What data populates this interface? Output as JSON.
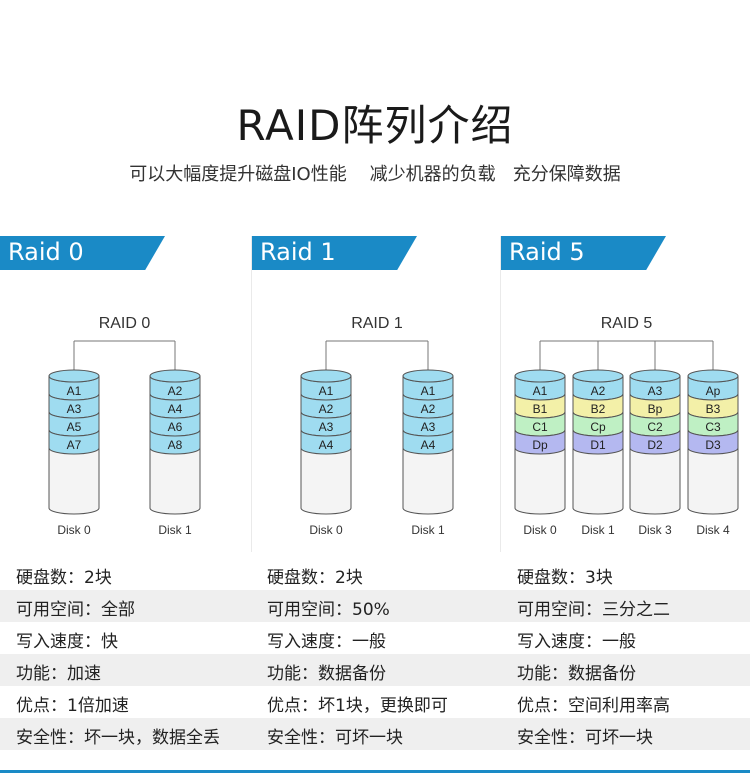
{
  "title": "RAID阵列介绍",
  "subtitle": "可以大幅度提升磁盘IO性能    减少机器的负载   充分保障数据",
  "colors": {
    "accent": "#1a8ac6",
    "blue": "#9fdcf0",
    "yellow": "#f3f0a8",
    "green": "#bff0c4",
    "purple": "#b4b8f0"
  },
  "raids": [
    {
      "banner": "Raid 0",
      "diagram_label": "RAID 0",
      "disks": [
        {
          "label": "Disk 0",
          "blocks": [
            {
              "t": "A1",
              "c": "blue"
            },
            {
              "t": "A3",
              "c": "blue"
            },
            {
              "t": "A5",
              "c": "blue"
            },
            {
              "t": "A7",
              "c": "blue"
            }
          ]
        },
        {
          "label": "Disk 1",
          "blocks": [
            {
              "t": "A2",
              "c": "blue"
            },
            {
              "t": "A4",
              "c": "blue"
            },
            {
              "t": "A6",
              "c": "blue"
            },
            {
              "t": "A8",
              "c": "blue"
            }
          ]
        }
      ],
      "specs": [
        "硬盘数：2块",
        "可用空间：全部",
        "写入速度：快",
        "功能：加速",
        "优点：1倍加速",
        "安全性：坏一块，数据全丢"
      ]
    },
    {
      "banner": "Raid 1",
      "diagram_label": "RAID 1",
      "disks": [
        {
          "label": "Disk 0",
          "blocks": [
            {
              "t": "A1",
              "c": "blue"
            },
            {
              "t": "A2",
              "c": "blue"
            },
            {
              "t": "A3",
              "c": "blue"
            },
            {
              "t": "A4",
              "c": "blue"
            }
          ]
        },
        {
          "label": "Disk 1",
          "blocks": [
            {
              "t": "A1",
              "c": "blue"
            },
            {
              "t": "A2",
              "c": "blue"
            },
            {
              "t": "A3",
              "c": "blue"
            },
            {
              "t": "A4",
              "c": "blue"
            }
          ]
        }
      ],
      "specs": [
        "硬盘数：2块",
        "可用空间：50%",
        "写入速度：一般",
        "功能：数据备份",
        "优点：坏1块，更换即可",
        "安全性：可坏一块"
      ]
    },
    {
      "banner": "Raid 5",
      "diagram_label": "RAID 5",
      "disks": [
        {
          "label": "Disk 0",
          "blocks": [
            {
              "t": "A1",
              "c": "blue"
            },
            {
              "t": "B1",
              "c": "yellow"
            },
            {
              "t": "C1",
              "c": "green"
            },
            {
              "t": "Dp",
              "c": "purple"
            }
          ]
        },
        {
          "label": "Disk 1",
          "blocks": [
            {
              "t": "A2",
              "c": "blue"
            },
            {
              "t": "B2",
              "c": "yellow"
            },
            {
              "t": "Cp",
              "c": "green"
            },
            {
              "t": "D1",
              "c": "purple"
            }
          ]
        },
        {
          "label": "Disk 3",
          "blocks": [
            {
              "t": "A3",
              "c": "blue"
            },
            {
              "t": "Bp",
              "c": "yellow"
            },
            {
              "t": "C2",
              "c": "green"
            },
            {
              "t": "D2",
              "c": "purple"
            }
          ]
        },
        {
          "label": "Disk 4",
          "blocks": [
            {
              "t": "Ap",
              "c": "blue"
            },
            {
              "t": "B3",
              "c": "yellow"
            },
            {
              "t": "C3",
              "c": "green"
            },
            {
              "t": "D3",
              "c": "purple"
            }
          ]
        }
      ],
      "specs": [
        "硬盘数：3块",
        "可用空间：三分之二",
        "写入速度：一般",
        "功能：数据备份",
        "优点：空间利用率高",
        "安全性：可坏一块"
      ]
    }
  ]
}
